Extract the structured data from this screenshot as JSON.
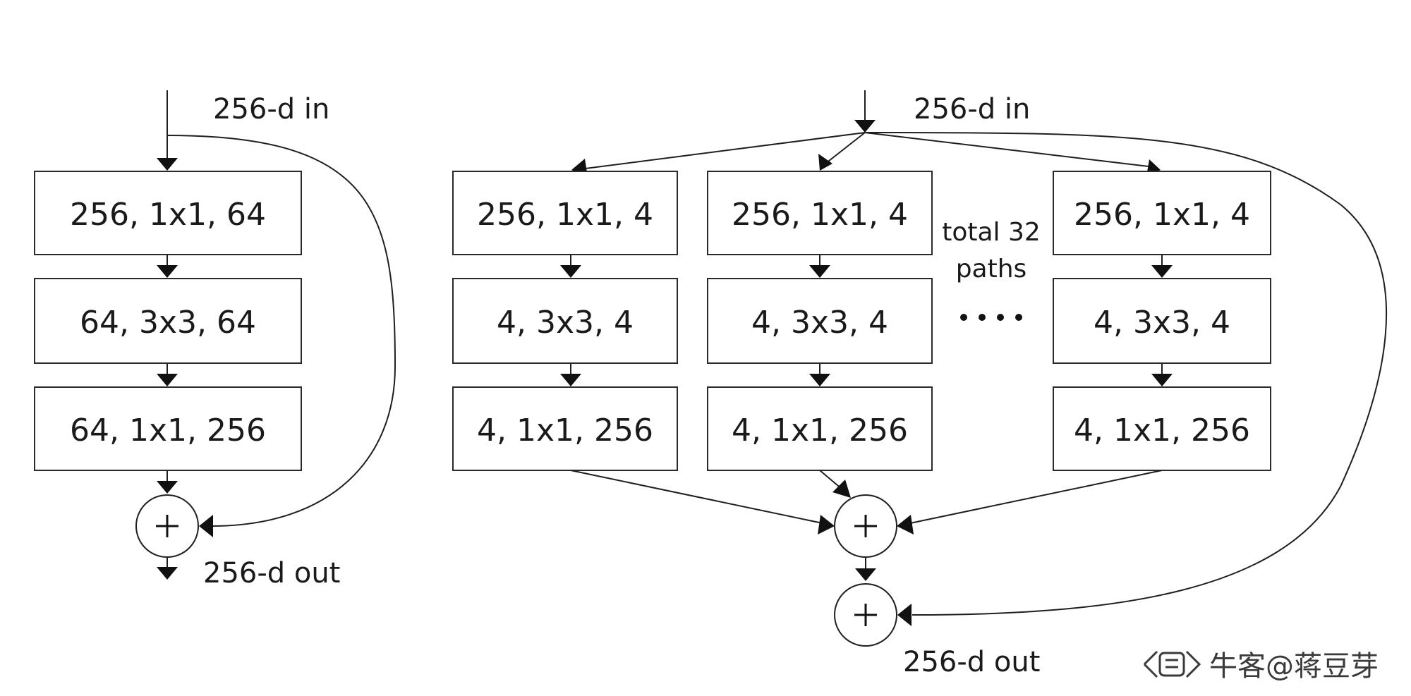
{
  "left_block": {
    "input_label": "256-d in",
    "layers": [
      "256, 1x1, 64",
      "64, 3x3, 64",
      "64, 1x1, 256"
    ],
    "output_label": "256-d out"
  },
  "right_block": {
    "input_label": "256-d in",
    "paths": [
      [
        "256, 1x1, 4",
        "4, 3x3, 4",
        "4, 1x1, 256"
      ],
      [
        "256, 1x1, 4",
        "4, 3x3, 4",
        "4, 1x1, 256"
      ],
      [
        "256, 1x1, 4",
        "4, 3x3, 4",
        "4, 1x1, 256"
      ]
    ],
    "paths_note_line1": "total 32",
    "paths_note_line2": "paths",
    "output_label": "256-d out"
  },
  "watermark": {
    "text": "牛客@蒋豆芽",
    "icon": "nowcoder-logo-icon"
  }
}
